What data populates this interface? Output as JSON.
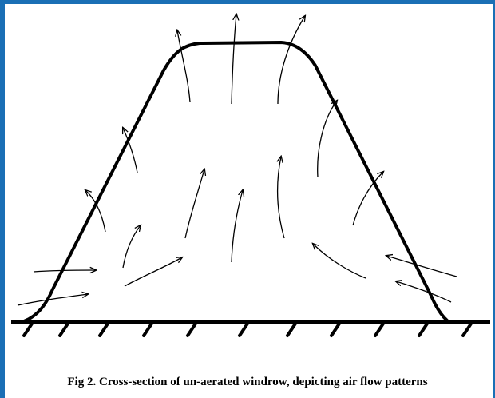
{
  "caption": "Fig 2. Cross-section of un-aerated windrow, depicting air flow patterns",
  "colors": {
    "frame_border": "#1a6fb5",
    "ink": "#000000",
    "background": "#ffffff"
  },
  "figure": {
    "subject": "windrow cross-section",
    "ground": "hatched ground line",
    "arrows": "air flow: inflow at base edges, rising through pile, venting at crest and upper slopes"
  }
}
